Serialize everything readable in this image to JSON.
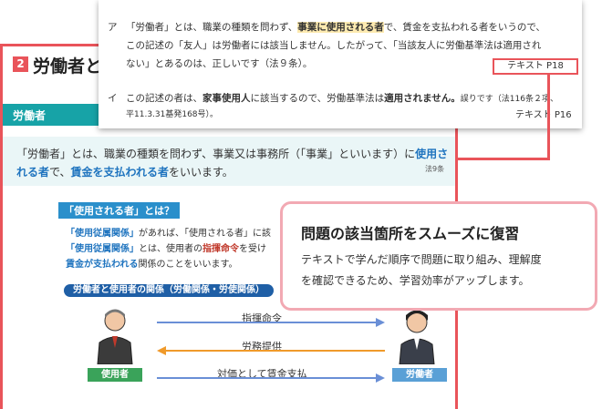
{
  "textbook": {
    "section_number": "2",
    "section_title": "労働者と",
    "band_title": "労働者",
    "definition": {
      "line1_a": "「労働者」とは、職業の種類を問わず、事業又は事務所（「事業」といいます）に",
      "line1_b": "使用さ",
      "line2_a": "れる者",
      "line2_b": "で、",
      "line2_c": "賃金を支払われる者",
      "line2_d": "をいいます。",
      "law": "法9条"
    },
    "sub": {
      "heading": "「使用される者」とは？",
      "l1_a": "「使用従属関係」",
      "l1_b": "があれば、「使用される者」に該",
      "l2_a": "「使用従属関係」",
      "l2_b": "とは、使用者の",
      "l2_c": "指揮命令",
      "l2_d": "を受け",
      "l3_a": "賃金が支払われる",
      "l3_b": "関係のことをいいます。"
    },
    "relation_heading": "労働者と使用者の関係（労働関係・労使関係）",
    "arrows": {
      "a1": "指揮命令",
      "a2": "労務提供",
      "a3": "対価として賃金支払"
    },
    "employer_label": "使用者",
    "worker_label": "労働者"
  },
  "question_page": {
    "a_mark": "ア",
    "a_l1_a": "「労働者」とは、職業の種類を問わず、",
    "a_l1_b": "事業に使用される者",
    "a_l1_c": "で、賃金を支払われる者をいうので、",
    "a_l2": "この記述の「友人」は労働者には該当しません。したがって、「当該友人に労働基準法は適用され",
    "a_l3": "ない」とあるのは、正しいです（法９条）。",
    "ref1": "テキスト P18",
    "i_mark": "イ",
    "i_l1_a": "この記述の者は、",
    "i_l1_b": "家事使用人",
    "i_l1_c": "に該当するので、労働基準法は",
    "i_l1_d": "適用されません。",
    "i_l1_e": "誤りです（法116条２項、",
    "i_l2": "平11.3.31基発168号）。",
    "ref2": "テキスト P16"
  },
  "callout": {
    "title": "問題の該当箇所をスムーズに復習",
    "line1": "テキストで学んだ順序で問題に取り組み、理解度",
    "line2": "を確認できるため、学習効率がアップします。"
  },
  "colors": {
    "accent_red": "#e9545a",
    "teal": "#17a3a7",
    "blue": "#1f74bf",
    "callout_border": "#f2a9b3"
  }
}
